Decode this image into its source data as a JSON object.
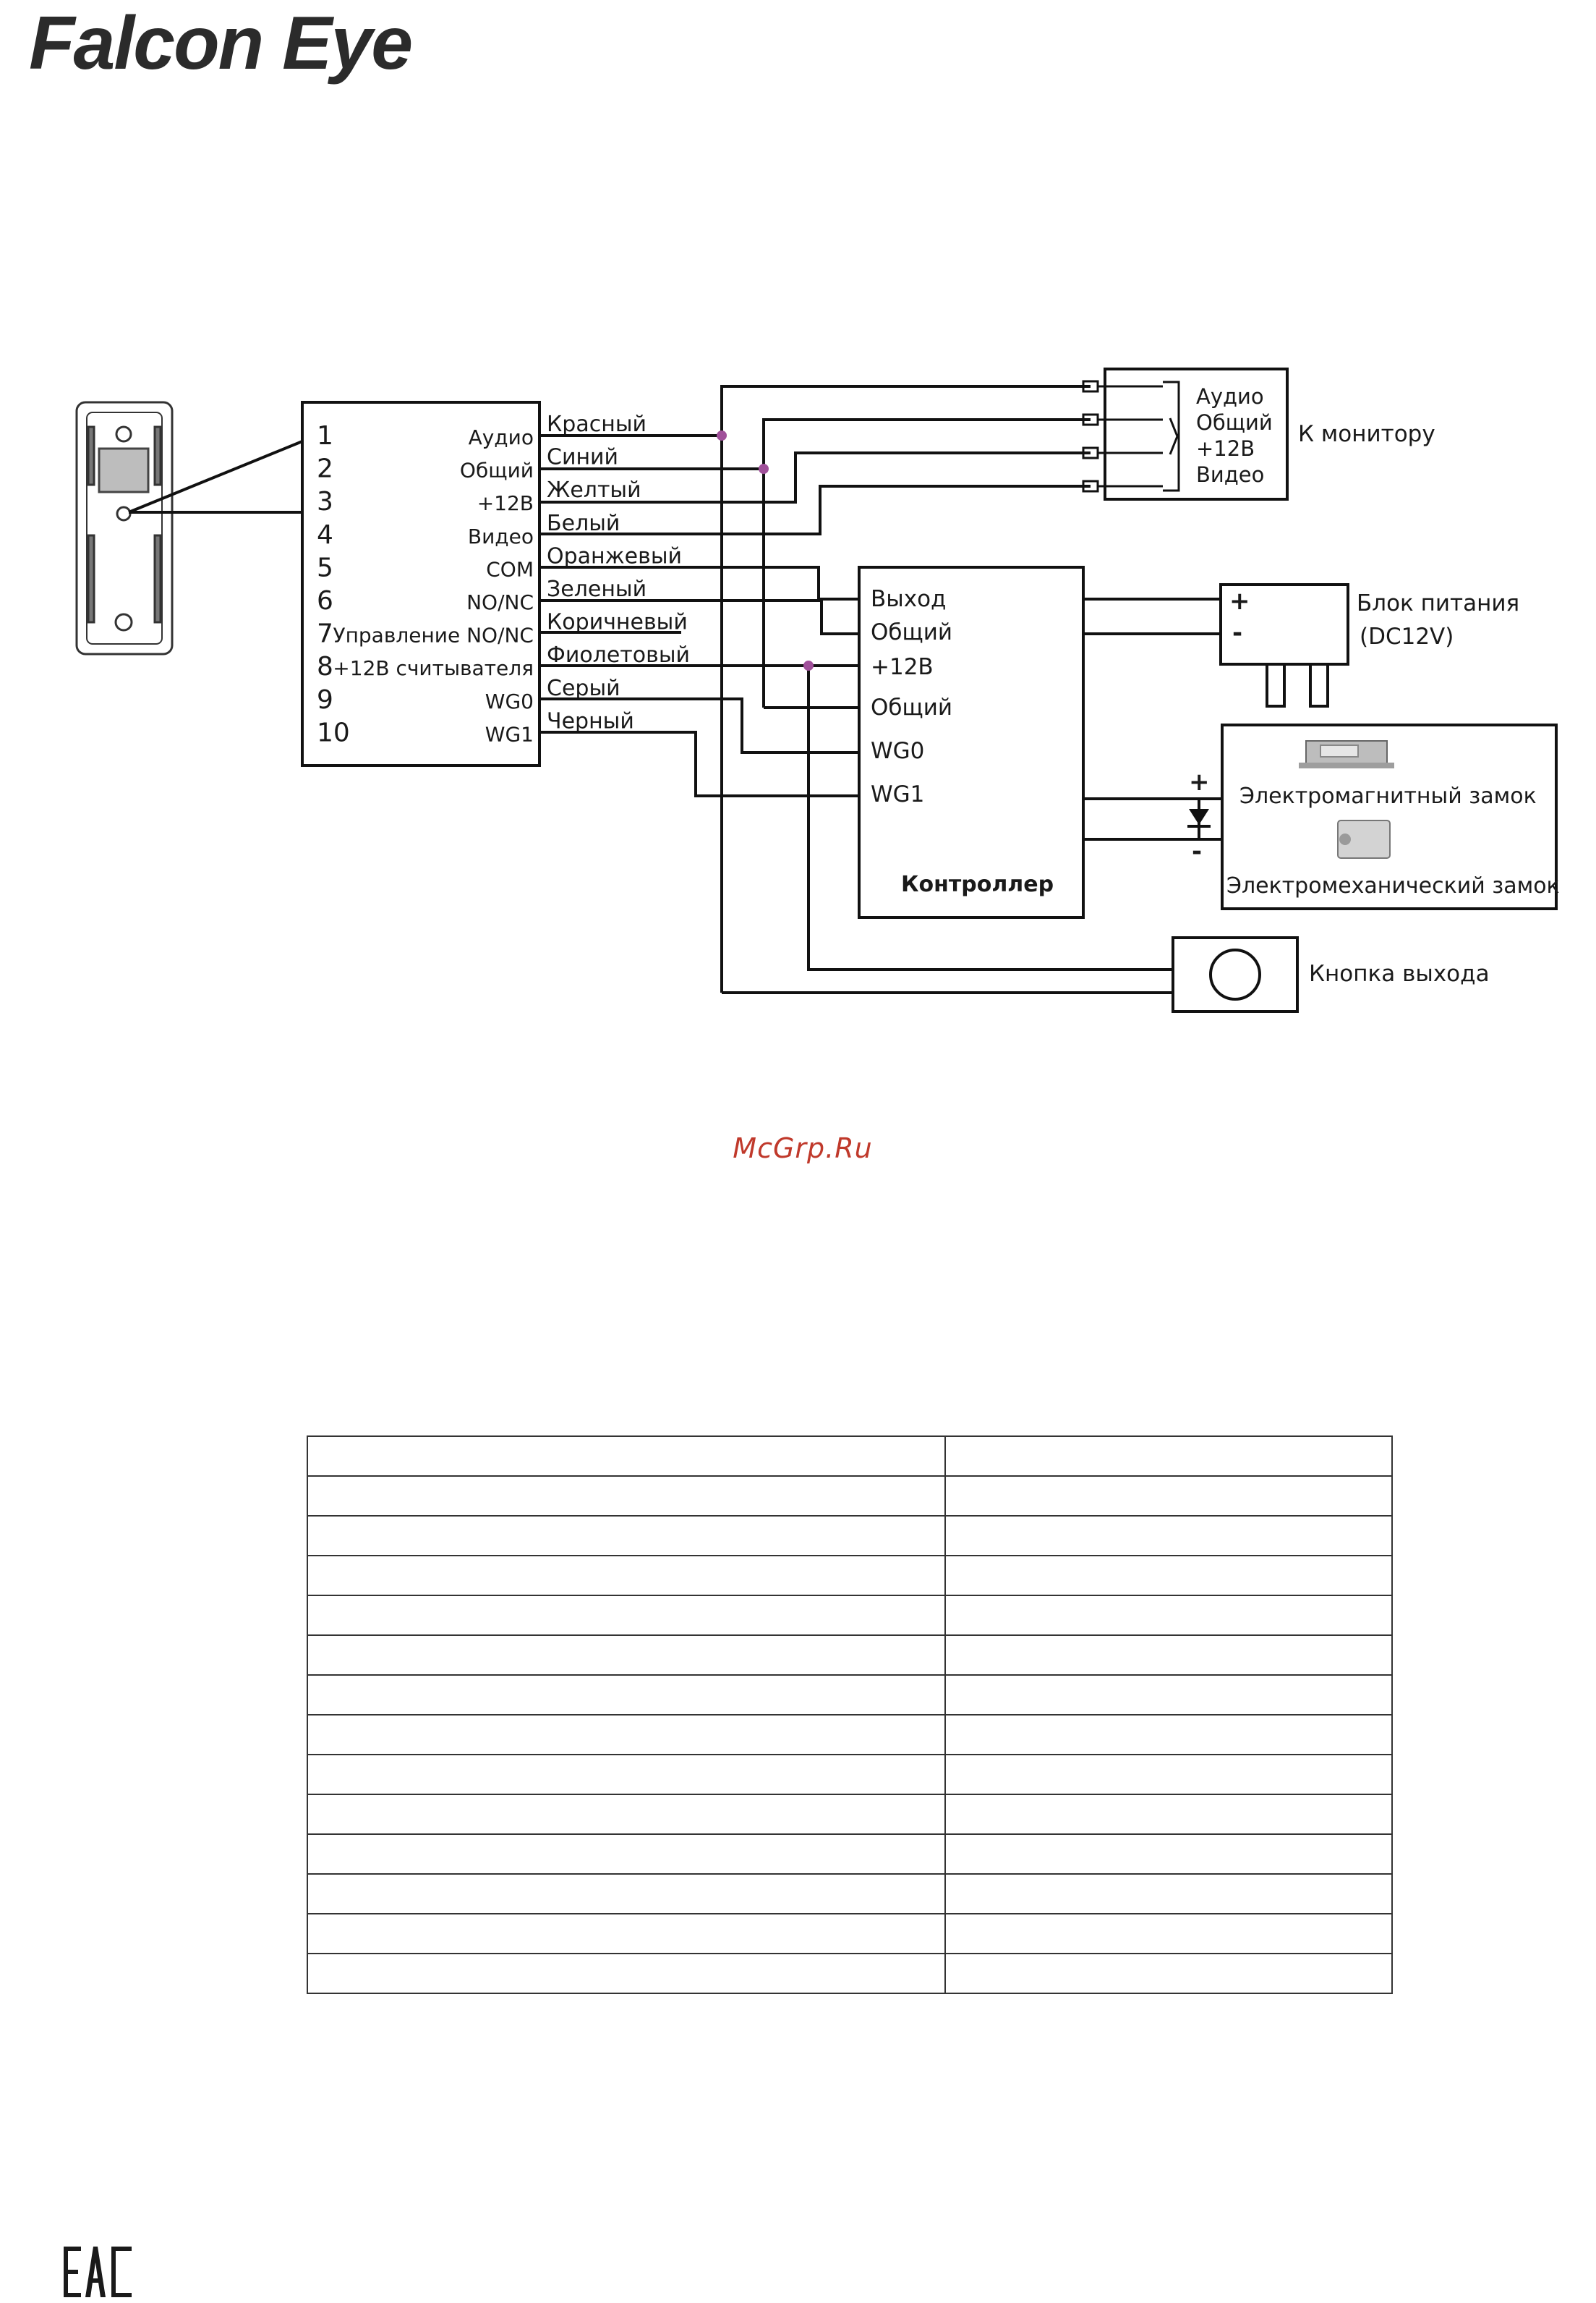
{
  "brand": {
    "logo_text_1": "Falcon",
    "logo_text_2": "Eye"
  },
  "diagram": {
    "pins": [
      {
        "num": "1",
        "label": "Аудио",
        "wire": "Красный"
      },
      {
        "num": "2",
        "label": "Общий",
        "wire": "Синий"
      },
      {
        "num": "3",
        "label": "+12В",
        "wire": "Желтый"
      },
      {
        "num": "4",
        "label": "Видео",
        "wire": "Белый"
      },
      {
        "num": "5",
        "label": "COM",
        "wire": "Оранжевый"
      },
      {
        "num": "6",
        "label": "NO/NC",
        "wire": "Зеленый"
      },
      {
        "num": "7",
        "label": "Управление NO/NC",
        "wire": "Коричневый"
      },
      {
        "num": "8",
        "label": "+12В считывателя",
        "wire": "Фиолетовый"
      },
      {
        "num": "9",
        "label": "WG0",
        "wire": "Серый"
      },
      {
        "num": "10",
        "label": "WG1",
        "wire": "Черный"
      }
    ],
    "monitor": {
      "terminals": [
        "Аудио",
        "Общий",
        "+12В",
        "Видео"
      ],
      "label": "К монитору"
    },
    "controller": {
      "terminals": [
        "Выход",
        "Общий",
        "+12В",
        "Общий",
        "WG0",
        "WG1"
      ],
      "title": "Контроллер"
    },
    "power": {
      "plus": "+",
      "minus": "-",
      "label_1": "Блок питания",
      "label_2": "(DC12V)"
    },
    "lock": {
      "plus": "+",
      "minus": "-",
      "magnetic": "Электромагнитный замок",
      "mechanical": "Электромеханический замок"
    },
    "exit_button": {
      "label": "Кнопка выхода"
    },
    "colors": {
      "junction": "#a0509a",
      "wire": "#111111"
    }
  },
  "watermark": "McGrp.Ru",
  "table": {
    "rows": 14,
    "cols": 2
  },
  "footer": {
    "cert_mark": "EAC"
  }
}
